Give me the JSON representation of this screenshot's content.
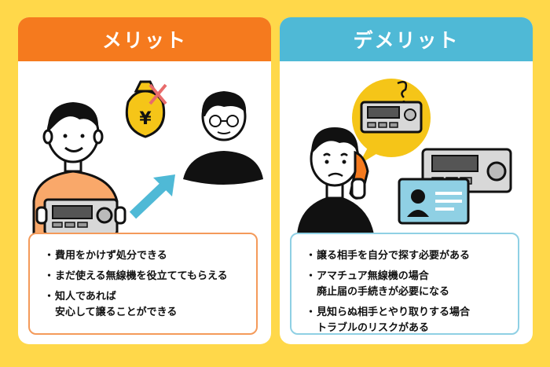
{
  "merit": {
    "title": "メリット",
    "items": [
      {
        "bullet": "・",
        "lines": [
          "費用をかけず処分できる"
        ]
      },
      {
        "bullet": "・",
        "lines": [
          "まだ使える無線機を役立ててもらえる"
        ]
      },
      {
        "bullet": "・",
        "lines": [
          "知人であれば",
          "安心して譲ることができる"
        ]
      }
    ],
    "money_symbol": "¥"
  },
  "demerit": {
    "title": "デメリット",
    "items": [
      {
        "bullet": "・",
        "lines": [
          "譲る相手を自分で探す必要がある"
        ]
      },
      {
        "bullet": "・",
        "lines": [
          "アマチュア無線機の場合",
          "廃止届の手続きが必要になる"
        ]
      },
      {
        "bullet": "・",
        "lines": [
          "見知らぬ相手とやり取りする場合",
          "トラブルのリスクがある"
        ]
      }
    ]
  },
  "colors": {
    "background": "#ffd84a",
    "merit_accent": "#f57a1e",
    "demerit_accent": "#4fb9d6"
  }
}
